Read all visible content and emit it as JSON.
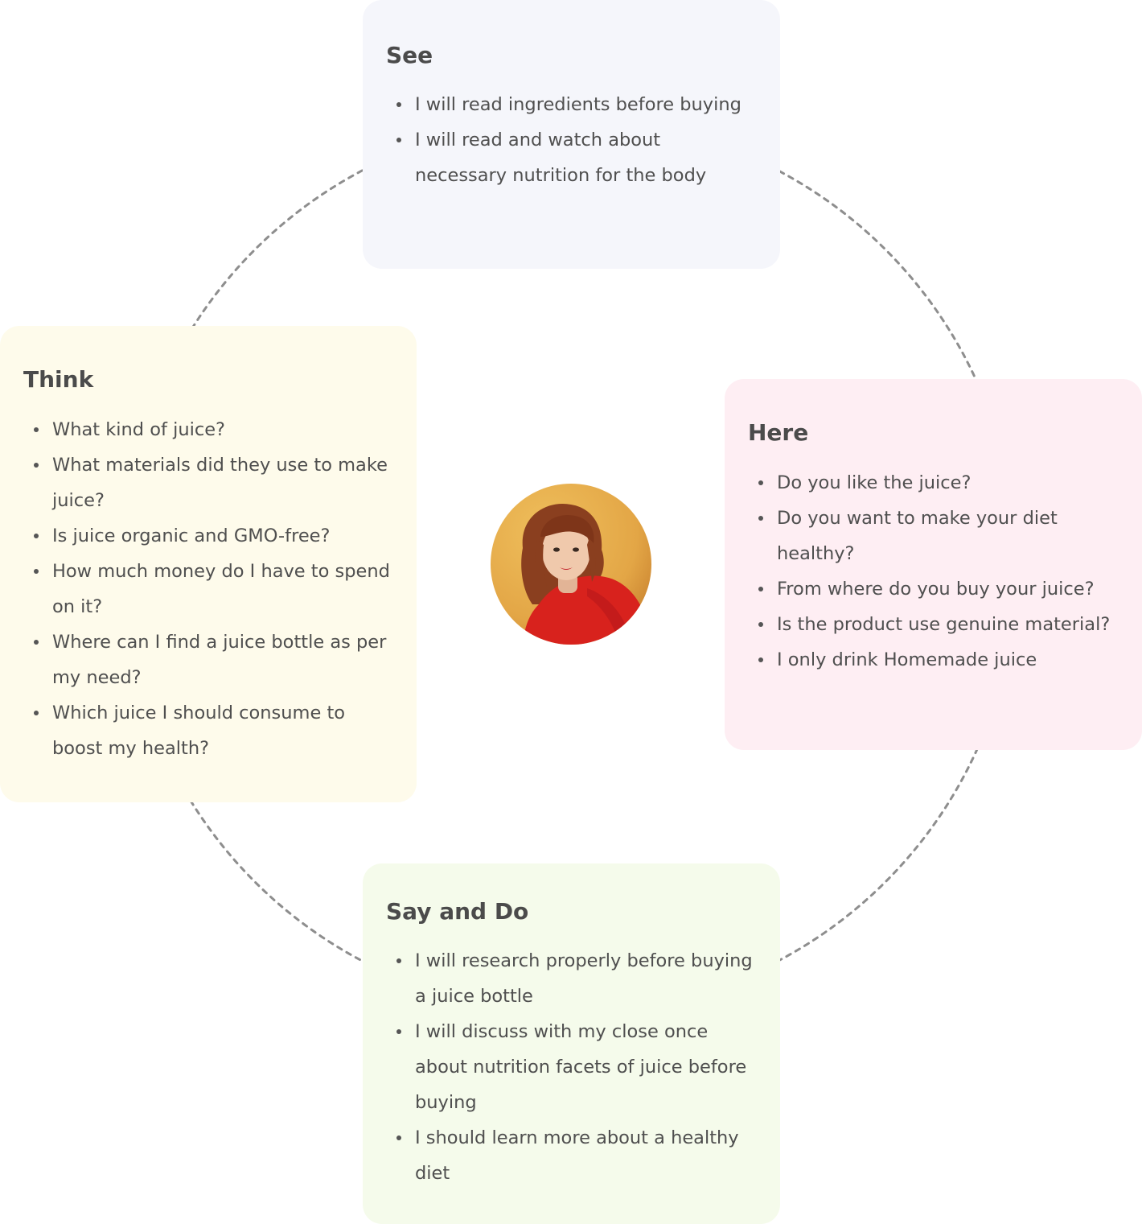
{
  "colors": {
    "see_bg": "#f5f6fb",
    "think_bg": "#fefbeb",
    "here_bg": "#feeef3",
    "say_bg": "#f5fbeb",
    "ring_stroke": "#8e8e8e",
    "avatar_bg": "#e3a646",
    "avatar_shirt": "#d8221d"
  },
  "avatar": {
    "icon": "person-photo-icon"
  },
  "cards": {
    "see": {
      "title": "See",
      "items": [
        "I will read ingredients before buying",
        "I will read and watch about necessary nutrition for the body"
      ]
    },
    "think": {
      "title": "Think",
      "items": [
        "What kind of juice?",
        "What materials did they use to make juice?",
        "Is juice organic and GMO-free?",
        "How much money do I have to spend on it?",
        "Where can I find a juice bottle as per my need?",
        "Which juice I should consume to boost my health?"
      ]
    },
    "here": {
      "title": "Here",
      "items": [
        "Do you like the juice?",
        "Do you want to make your diet healthy?",
        "From where do you buy your juice?",
        "Is the product use genuine material?",
        "I only drink Homemade juice"
      ]
    },
    "say": {
      "title": "Say and Do",
      "items": [
        "I will research properly before buying a juice bottle",
        "I will discuss with my close once about nutrition facets of juice before buying",
        "I should learn more about a healthy diet"
      ]
    }
  }
}
